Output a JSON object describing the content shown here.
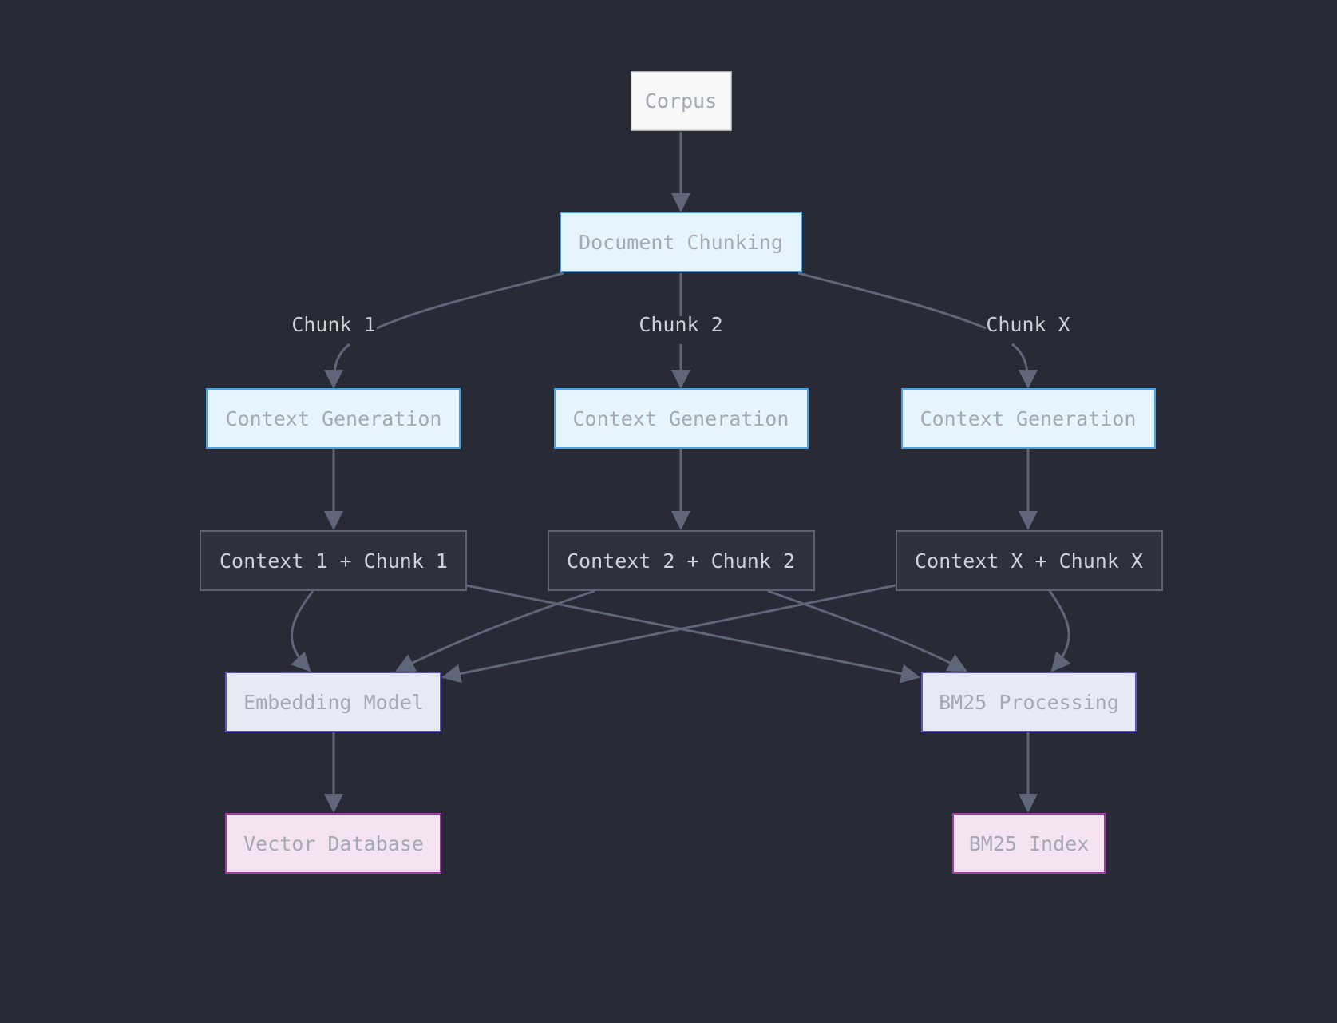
{
  "colors": {
    "background": "#282b35",
    "edge": "#5f6679",
    "edge_label_text": "#cdcfd6",
    "dark_node_fill": "#2e313b",
    "dark_node_stroke": "#5c6273",
    "dark_node_text": "#cfd2da",
    "light_node_text": "#a4a9b5"
  },
  "nodes": {
    "corpus": {
      "label": "Corpus",
      "fill": "#f8f8f8",
      "stroke": "#d6d6d6"
    },
    "chunking": {
      "label": "Document Chunking",
      "fill": "#e6f4fd",
      "stroke": "#4a9fe0"
    },
    "ctxgen1": {
      "label": "Context Generation",
      "fill": "#e6f4fd",
      "stroke": "#4a9fe0"
    },
    "ctxgen2": {
      "label": "Context Generation",
      "fill": "#e6f4fd",
      "stroke": "#4a9fe0"
    },
    "ctxgenx": {
      "label": "Context Generation",
      "fill": "#e6f4fd",
      "stroke": "#4a9fe0"
    },
    "cc1": {
      "label": "Context 1 + Chunk 1"
    },
    "cc2": {
      "label": "Context 2 + Chunk 2"
    },
    "ccx": {
      "label": "Context X + Chunk X"
    },
    "embedding": {
      "label": "Embedding Model",
      "fill": "#e8e9f6",
      "stroke": "#5b56c9"
    },
    "bm25proc": {
      "label": "BM25 Processing",
      "fill": "#e8e9f6",
      "stroke": "#5b56c9"
    },
    "vectordb": {
      "label": "Vector Database",
      "fill": "#f3e3f3",
      "stroke": "#a23ba4"
    },
    "bm25index": {
      "label": "BM25 Index",
      "fill": "#f3e3f3",
      "stroke": "#a23ba4"
    }
  },
  "edge_labels": {
    "chunk1": "Chunk 1",
    "chunk2": "Chunk 2",
    "chunkx": "Chunk X"
  }
}
